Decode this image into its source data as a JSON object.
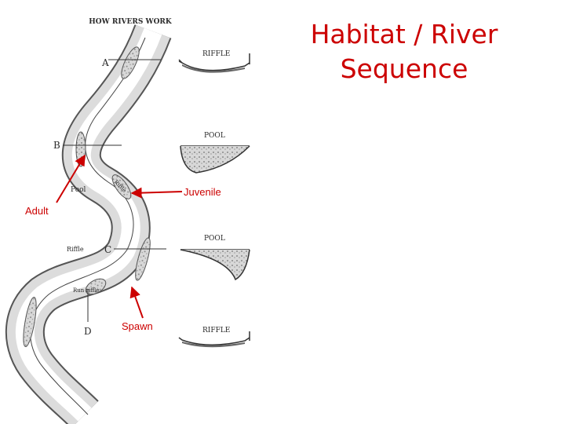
{
  "slide": {
    "title_line1": "Habitat / River",
    "title_line2": "Sequence",
    "title_color": "#cc0000"
  },
  "figure": {
    "heading": "HOW RIVERS WORK",
    "section_letters": [
      "A",
      "B",
      "C",
      "D"
    ],
    "cross_sections": [
      "RIFFLE",
      "POOL",
      "POOL",
      "RIFFLE"
    ],
    "map_labels": {
      "pool": "Pool",
      "riffle": "Riffle",
      "riffle_note_1": "Riffle",
      "riffle_note_2": "Run riffle"
    }
  },
  "annotations": {
    "adult": "Adult",
    "juvenile": "Juvenile",
    "spawn": "Spawn",
    "color": "#cc0000"
  }
}
